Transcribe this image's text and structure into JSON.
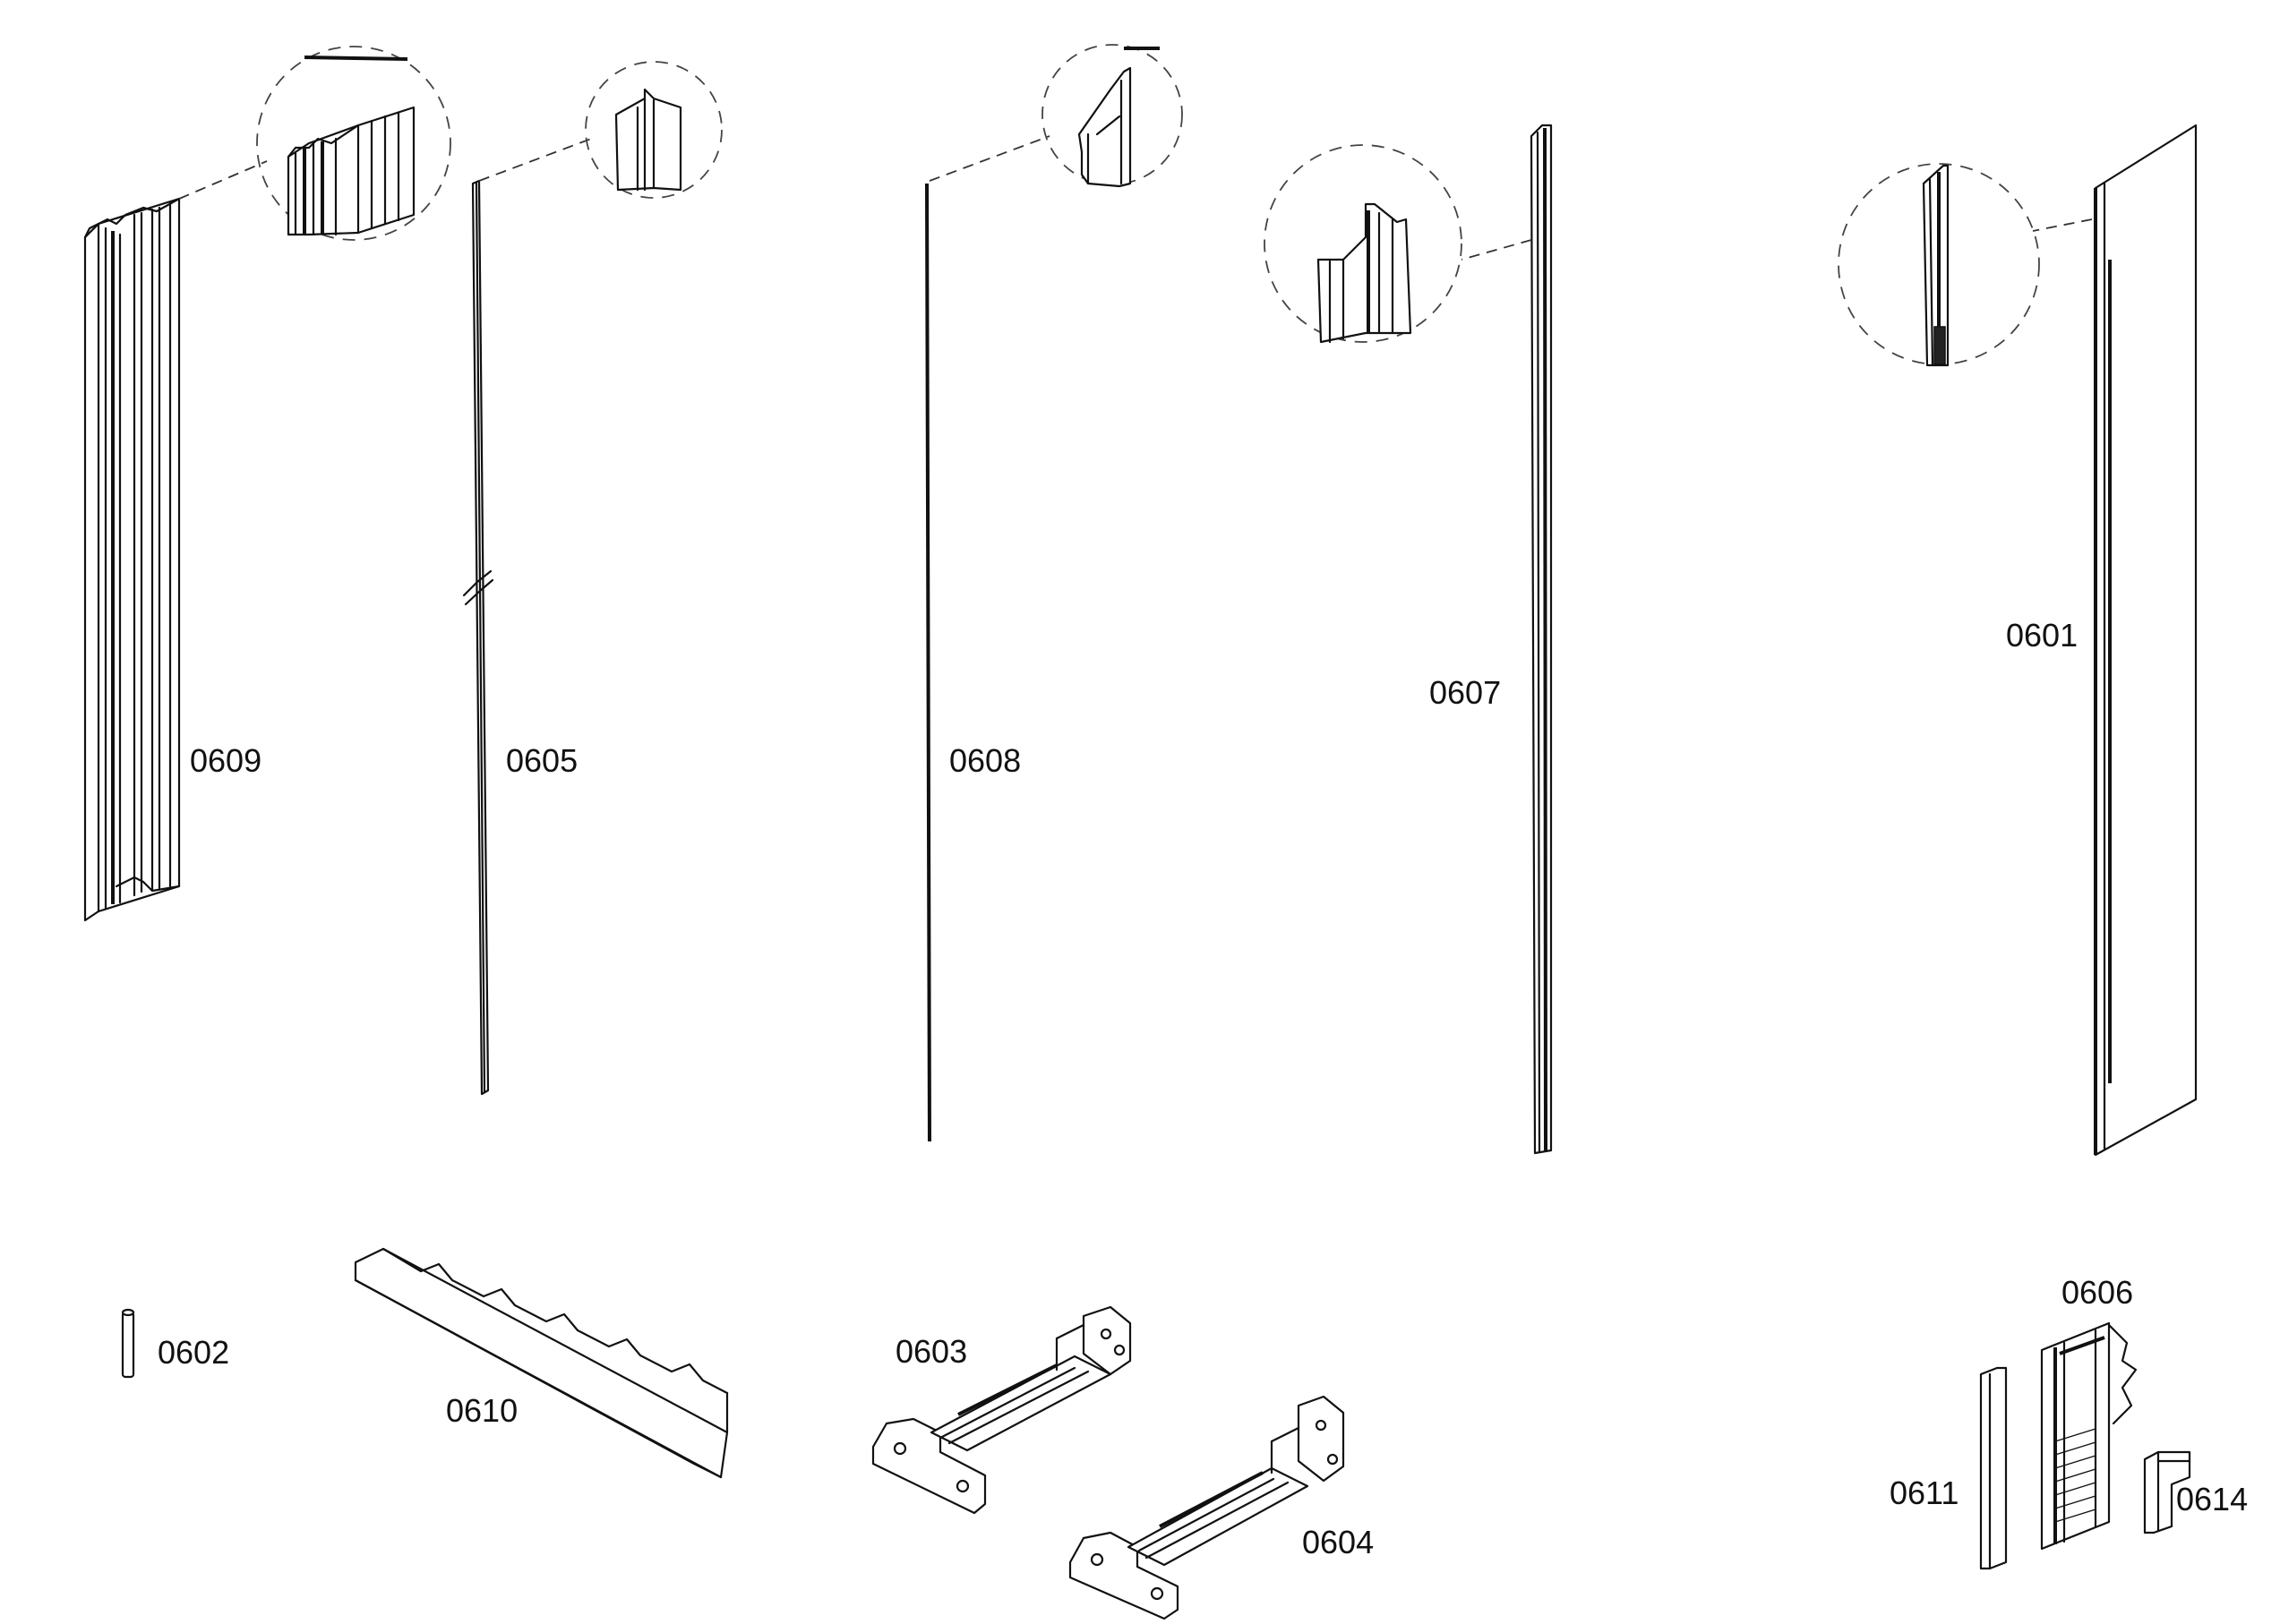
{
  "labels": {
    "p0609": "0609",
    "p0605": "0605",
    "p0608": "0608",
    "p0607": "0607",
    "p0601": "0601",
    "p0602": "0602",
    "p0610": "0610",
    "p0603": "0603",
    "p0604": "0604",
    "p0606": "0606",
    "p0611": "0611",
    "p0614": "0614"
  }
}
